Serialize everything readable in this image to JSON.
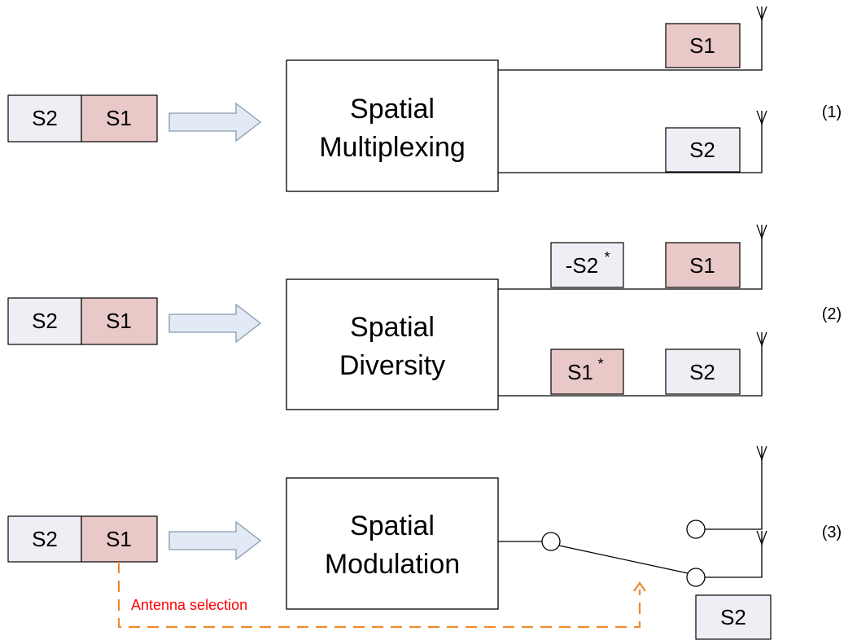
{
  "colors": {
    "s1_fill": "#e9c8c8",
    "s2_fill": "#eeeef4",
    "arrow_fill": "#e2ebf5",
    "arrow_stroke": "#8a9ab0",
    "selection_line": "#f0882a",
    "annotation_text": "#ff0000"
  },
  "rows": [
    {
      "input": {
        "left": "S2",
        "right": "S1"
      },
      "block": {
        "line1": "Spatial",
        "line2": "Multiplexing"
      },
      "outputs": {
        "top": [
          "S1"
        ],
        "bottom": [
          "S2"
        ]
      },
      "label": "(1)"
    },
    {
      "input": {
        "left": "S2",
        "right": "S1"
      },
      "block": {
        "line1": "Spatial",
        "line2": "Diversity"
      },
      "outputs": {
        "top_first": "-S2",
        "top_first_sup": "*",
        "top_second": "S1",
        "bottom_first": "S1",
        "bottom_first_sup": "*",
        "bottom_second": "S2"
      },
      "label": "(2)"
    },
    {
      "input": {
        "left": "S2",
        "right": "S1"
      },
      "block": {
        "line1": "Spatial",
        "line2": "Modulation"
      },
      "output": "S2",
      "annotation": "Antenna selection",
      "label": "(3)"
    }
  ],
  "icons": [
    "antenna-icon",
    "switch-node-icon",
    "block-arrow-icon"
  ]
}
